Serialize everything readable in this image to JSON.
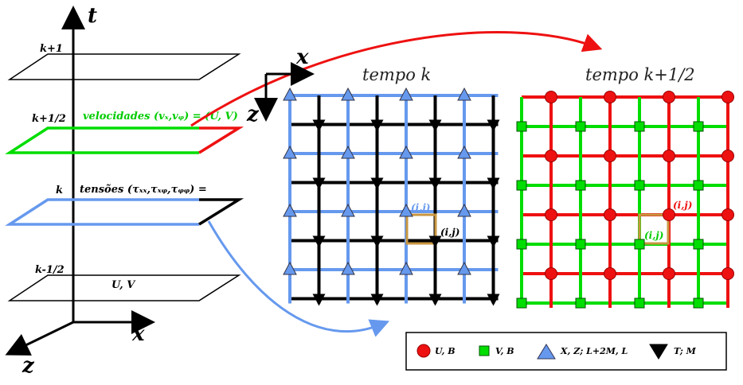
{
  "colors": {
    "velocity": "#00dd00",
    "stress": "#6699ee",
    "red": "#ee1111",
    "black": "#000000",
    "cell": "#c89640"
  },
  "axes": {
    "t": "t",
    "x": "x",
    "z": "z"
  },
  "levels": [
    {
      "id": "k_plus_1",
      "label": "k+1"
    },
    {
      "id": "k_plus_half",
      "label": "k+1/2"
    },
    {
      "id": "k",
      "label": "k"
    },
    {
      "id": "k_minus_half",
      "label": "k-1/2"
    }
  ],
  "annotations": {
    "velocities": "velocidades (vₓ,vᵩ) = (U, V)",
    "stresses": "tensões (τₓₓ,τₓᵩ,τᵩᵩ) =",
    "uv": "U, V"
  },
  "grid_left": {
    "title": "tempo k",
    "x_label": "x",
    "z_label": "z",
    "ij_blue": "(i,j)",
    "ij_black": "(i,j)"
  },
  "grid_right": {
    "title": "tempo k+1/2",
    "ij_red": "(i,j)",
    "ij_green": "(i,j)"
  },
  "legend": [
    {
      "symbol": "circle",
      "label": "U, B"
    },
    {
      "symbol": "square",
      "label": "V, B"
    },
    {
      "symbol": "triangle-up",
      "label": "X, Z; L+2M, L"
    },
    {
      "symbol": "triangle-down",
      "label": "T; M"
    }
  ]
}
